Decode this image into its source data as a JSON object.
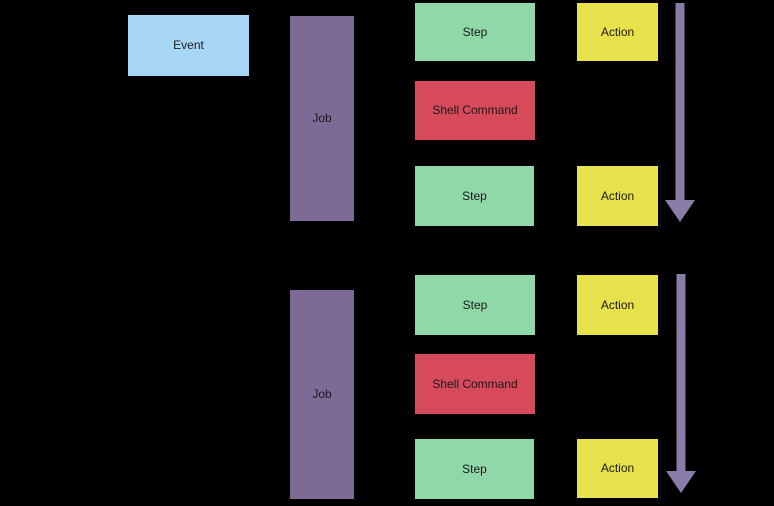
{
  "palette": {
    "background": "#000000",
    "event_fill": "#A8D7F5",
    "job_fill": "#7D6B95",
    "step_fill": "#8FD9A9",
    "shell_fill": "#D64A5C",
    "action_fill": "#E7E24C",
    "arrow_fill": "#8A7CA8",
    "text_color": "#1A1A1A"
  },
  "diagram": {
    "event": {
      "label": "Event"
    },
    "groups": [
      {
        "job": {
          "label": "Job"
        },
        "steps": [
          {
            "label": "Step"
          },
          {
            "label": "Shell Command"
          },
          {
            "label": "Step"
          }
        ],
        "actions": [
          {
            "label": "Action"
          },
          {
            "label": "Action"
          }
        ]
      },
      {
        "job": {
          "label": "Job"
        },
        "steps": [
          {
            "label": "Step"
          },
          {
            "label": "Shell Command"
          },
          {
            "label": "Step"
          }
        ],
        "actions": [
          {
            "label": "Action"
          },
          {
            "label": "Action"
          }
        ]
      }
    ]
  }
}
